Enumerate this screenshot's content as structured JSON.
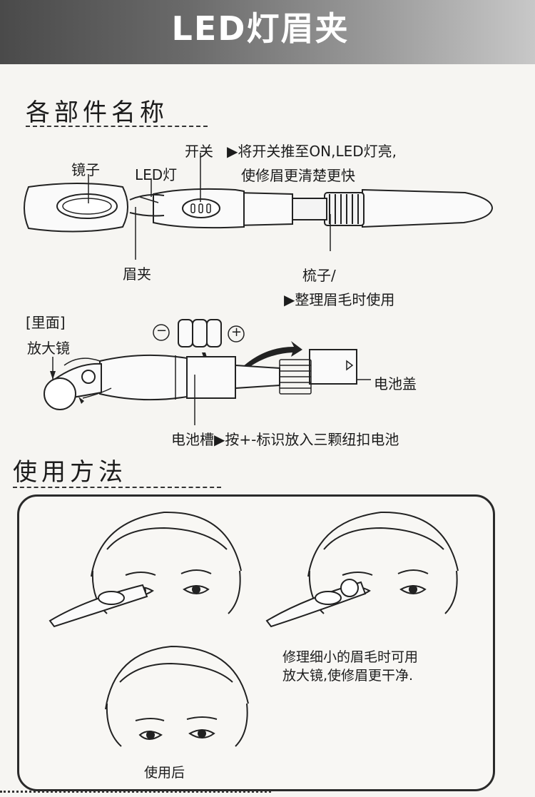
{
  "header": {
    "title": "LED灯眉夹"
  },
  "parts_section": {
    "title": "各部件名称",
    "labels": {
      "mirror": "镜子",
      "led": "LED灯",
      "switch": "开关",
      "switch_note_1": "▶将开关推至ON,LED灯亮,",
      "switch_note_2": "使修眉更清楚更快",
      "tweezers": "眉夹",
      "comb": "梳子/",
      "comb_note": "▶整理眉毛时使用",
      "back_side": "[里面]",
      "magnifier": "放大镜",
      "battery_cover": "电池盖",
      "battery_slot": "电池槽▶按+-标识放入三颗纽扣电池",
      "minus": "−",
      "plus": "+"
    }
  },
  "usage_section": {
    "title": "使用方法",
    "magnifier_tip_1": "修理细小的眉毛时可用",
    "magnifier_tip_2": "放大镜,使修眉更干净.",
    "after_use": "使用后"
  }
}
